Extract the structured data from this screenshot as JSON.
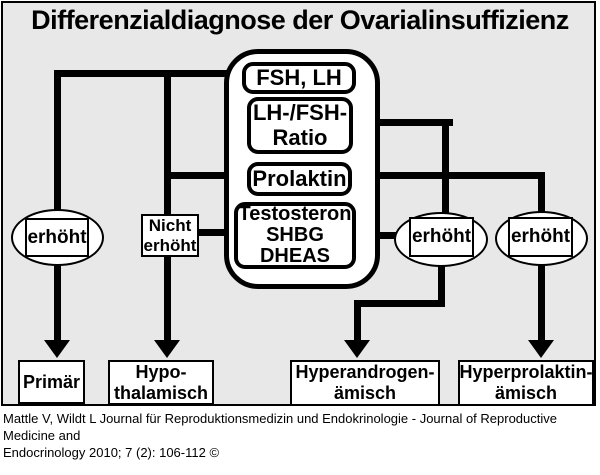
{
  "title": "Differenzialdiagnose der Ovarialinsuffizienz",
  "colors": {
    "panel_background": "#e8e8e8",
    "box_fill": "#ffffff",
    "line_color": "#000000"
  },
  "hormone_panel": {
    "fsh_lh": "FSH, LH",
    "lh_fsh_ratio": "LH-/FSH-\nRatio",
    "prolaktin": "Prolaktin",
    "testosteron_shbg_dheas": "Testosteron\nSHBG\nDHEAS"
  },
  "decision_nodes": {
    "fsh_lh_elevated": "erhöht",
    "not_elevated": "Nicht\nerhöht",
    "androgen_elevated": "erhöht",
    "prolactin_elevated": "erhöht"
  },
  "diagnoses": {
    "primary": "Primär",
    "hypothalamic": "Hypo-\nthalamisch",
    "hyperandrogenemic": "Hyperandrogen-\nämisch",
    "hyperprolactinemic": "Hyperprolaktin-\nämisch"
  },
  "citation": {
    "line1": "Mattle V, Wildt L Journal für Reproduktionsmedizin und Endokrinologie - Journal of Reproductive Medicine and",
    "line2": "Endocrinology 2010; 7 (2): 106-112 ©"
  }
}
